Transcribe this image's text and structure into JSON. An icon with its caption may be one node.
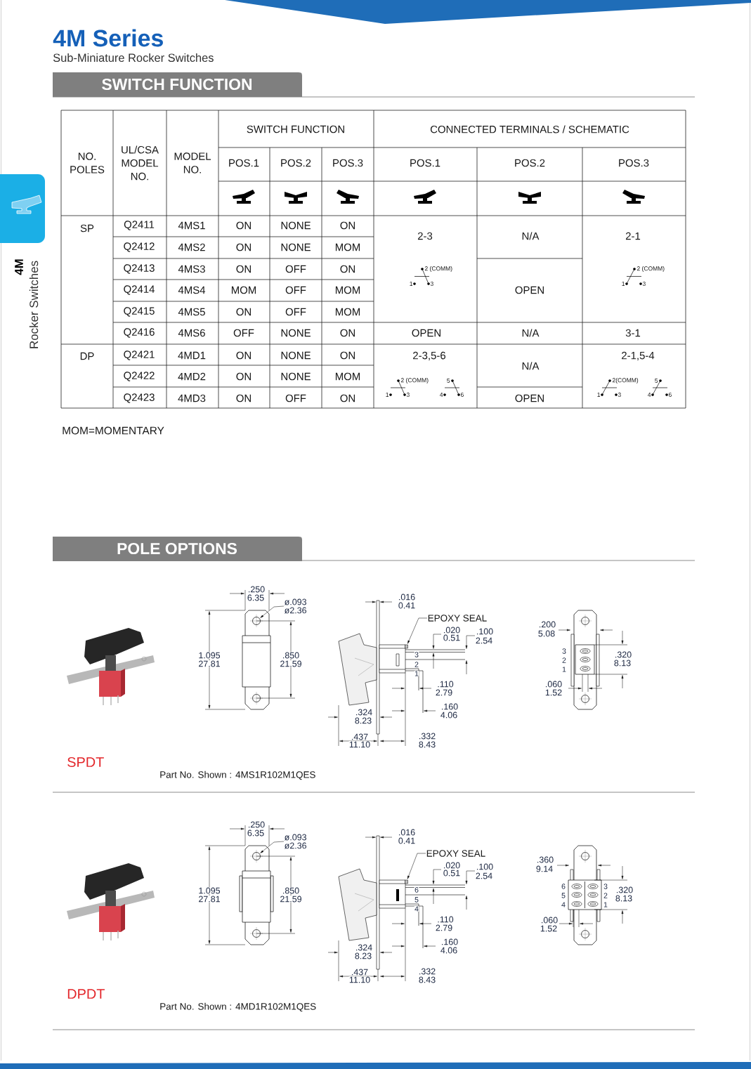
{
  "diagram": {
    "title": "4M Series",
    "nodes": [
      {
        "text": [
          "ø.093",
          "ø2.36"
        ]
      },
      {
        "text": [
          "EPOXY SEAL"
        ]
      },
      {
        "text": [
          "ø.093",
          "ø2.36"
        ]
      },
      {
        "text": [
          "EPOXY SEAL"
        ]
      },
      {
        "text": [],
        "shape": "circle"
      },
      {
        "text": [],
        "shape": "box"
      },
      {
        "text": [],
        "shape": "circle"
      },
      {
        "text": [],
        "shape": "box"
      }
    ],
    "edges": [
      {
        "from": 0,
        "to": 4,
        "arrow": "to"
      },
      {
        "from": 1,
        "to": 5,
        "arrow": "to"
      },
      {
        "from": 2,
        "to": 6,
        "arrow": "to"
      },
      {
        "from": 3,
        "to": 7,
        "arrow": "to"
      }
    ],
    "labels": [
      "Sub-Miniature Rocker Switches",
      "4M",
      "Rocker Switches",
      "SWITCH FUNCTION",
      "NO. POLES",
      "UL/CSA MODEL NO.",
      "MODEL NO.",
      "SWITCH FUNCTION",
      "CONNECTED TERMINALS / SCHEMATIC",
      "POS.1",
      "POS.2",
      "POS.3",
      "POS.1",
      "POS.2",
      "POS.3",
      "SP",
      "Q2411",
      "4MS1",
      "ON",
      "NONE",
      "ON",
      "2-3",
      "N/A",
      "2-1",
      "Q2412",
      "4MS2",
      "ON",
      "NONE",
      "MOM",
      "Q2413",
      "4MS3",
      "ON",
      "OFF",
      "ON",
      "2 (COMM)",
      "OPEN",
      "2 (COMM)",
      "Q2414",
      "4MS4",
      "MOM",
      "OFF",
      "MOM",
      "1",
      "3",
      "1",
      "3",
      "Q2415",
      "4MS5",
      "ON",
      "OFF",
      "MOM",
      "Q2416",
      "4MS6",
      "OFF",
      "NONE",
      "ON",
      "OPEN",
      "N/A",
      "3-1",
      "DP",
      "Q2421",
      "4MD1",
      "ON",
      "NONE",
      "ON",
      "2-3,5-6",
      "N/A",
      "2-1,5-4",
      "Q2422",
      "4MD2",
      "ON",
      "NONE",
      "MOM",
      "2 (COMM)",
      "5",
      "2(COMM)",
      "5",
      "Q2423",
      "4MD3",
      "ON",
      "OFF",
      "ON",
      "1",
      "3",
      "4",
      "6",
      "OPEN",
      "1",
      "3",
      "4",
      "6",
      "MOM=MOMENTARY",
      "POLE OPTIONS",
      ".250",
      "6.35",
      "1.095",
      "27.81",
      ".850",
      "21.59",
      ".016",
      "0.41",
      ".020",
      "0.51",
      ".100",
      "2.54",
      "3",
      "2",
      "1",
      ".110",
      "2.79",
      ".160",
      "4.06",
      ".324",
      "8.23",
      ".437",
      "11.10",
      ".332",
      "8.43",
      ".200",
      "5.08",
      "3",
      "2",
      "1",
      ".320",
      "8.13",
      ".060",
      "1.52",
      "SPDT",
      "Part No. Shown : 4MS1R102M1QES",
      ".250",
      "6.35",
      "1.095",
      "27.81",
      ".850",
      "21.59",
      ".016",
      "0.41",
      ".020",
      "0.51",
      ".100",
      "2.54",
      "6",
      "5",
      "4",
      ".110",
      "2.79",
      ".160",
      "4.06",
      ".324",
      "8.23",
      ".437",
      "11.10",
      ".332",
      "8.43",
      ".360",
      "9.14",
      "6",
      "5",
      "4",
      "3",
      "2",
      "1",
      ".320",
      "8.13",
      ".060",
      "1.52",
      "DPDT",
      "Part No. Shown : 4MD1R102M1QES"
    ]
  }
}
